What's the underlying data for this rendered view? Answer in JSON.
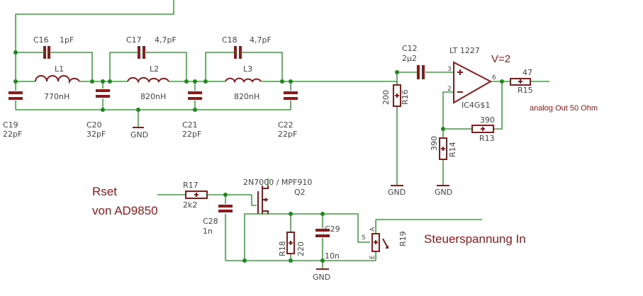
{
  "labels": {
    "c16_name": "C16",
    "c16_value": "1pF",
    "c17_name": "C17",
    "c17_value": "4,7pF",
    "c18_name": "C18",
    "c18_value": "4,7pF",
    "l1_name": "L1",
    "l1_value": "770nH",
    "l2_name": "L2",
    "l2_value": "820nH",
    "l3_name": "L3",
    "l3_value": "820nH",
    "c19_name": "C19",
    "c19_value": "22pF",
    "c20_name": "C20",
    "c20_value": "32pF",
    "c21_name": "C21",
    "c21_value": "22pF",
    "c22_name": "C22",
    "c22_value": "22pF",
    "gnd_filter": "GND",
    "c12_name": "C12",
    "c12_value": "2µ2",
    "r16_name": "R16",
    "r16_value": "200",
    "gnd_r16": "GND",
    "opamp_name": "LT 1227",
    "opamp_gain": "V=2",
    "opamp_part": "IC4G$1",
    "pin_plus": "3",
    "pin_minus": "2",
    "pin_out": "6",
    "r15_name": "R15",
    "r15_value": "47",
    "out_label": "analog Out 50 Ohm",
    "r13_name": "R13",
    "r13_value": "390",
    "r14_name": "R14",
    "r14_value": "390",
    "gnd_r14": "GND",
    "rset_line1": "Rset",
    "rset_line2": "von AD9850",
    "r17_name": "R17",
    "r17_value": "2k2",
    "c28_name": "C28",
    "c28_value": "1n",
    "q2_part": "2N7000 /  MPF910",
    "q2_name": "Q2",
    "r18_name": "R18",
    "r18_value": "220",
    "c29_name": "C29",
    "c29_value": "10n",
    "gnd_bottom": "GND",
    "r19_name": "R19",
    "pin_s": "S",
    "pin_a": "A",
    "pin_e": "E",
    "control_label": "Steuerspannung In"
  }
}
